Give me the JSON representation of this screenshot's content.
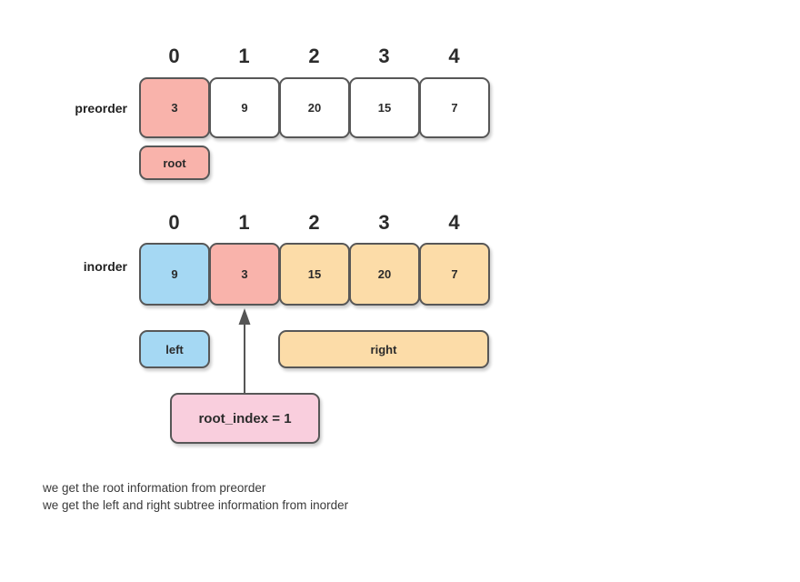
{
  "diagram": {
    "title_absent": true,
    "colors": {
      "root_fill": "#f9b3ab",
      "left_fill": "#a5d8f3",
      "right_fill": "#fcdca8",
      "plain_fill": "#ffffff",
      "root_index_fill": "#f9cedd",
      "border": "#575757",
      "text": "#2b2b2b"
    },
    "index_headers": [
      "0",
      "1",
      "2",
      "3",
      "4"
    ],
    "rows": [
      {
        "label": "preorder",
        "cells": [
          {
            "value": "3",
            "role": "root"
          },
          {
            "value": "9",
            "role": "plain"
          },
          {
            "value": "20",
            "role": "plain"
          },
          {
            "value": "15",
            "role": "plain"
          },
          {
            "value": "7",
            "role": "plain"
          }
        ],
        "tags": [
          {
            "text": "root",
            "role": "root",
            "start_index": 0,
            "span": 1
          }
        ]
      },
      {
        "label": "inorder",
        "cells": [
          {
            "value": "9",
            "role": "left"
          },
          {
            "value": "3",
            "role": "root"
          },
          {
            "value": "15",
            "role": "right"
          },
          {
            "value": "20",
            "role": "right"
          },
          {
            "value": "7",
            "role": "right"
          }
        ],
        "tags": [
          {
            "text": "left",
            "role": "left",
            "start_index": 0,
            "span": 1
          },
          {
            "text": "right",
            "role": "right",
            "start_index": 2,
            "span": 3
          }
        ]
      }
    ],
    "pointer": {
      "label": "root_index = 1",
      "target_index": 1,
      "arrow": "up-arrow-icon"
    },
    "caption": {
      "line1": "we get the root information from preorder",
      "line2": "we get the left and right subtree information from inorder"
    }
  }
}
